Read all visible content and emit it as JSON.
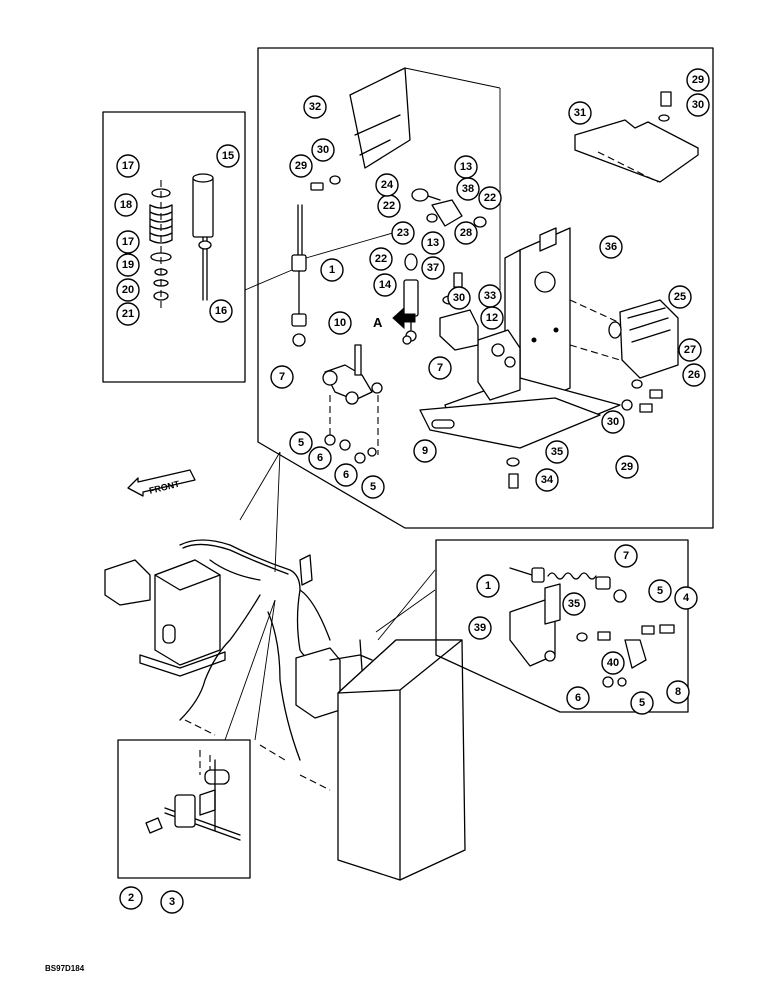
{
  "diagram": {
    "drawing_code": "BS97D184",
    "front_label": "FRONT",
    "view_label": "A"
  },
  "callouts": [
    {
      "n": "1"
    },
    {
      "n": "2"
    },
    {
      "n": "3"
    },
    {
      "n": "4"
    },
    {
      "n": "5"
    },
    {
      "n": "6"
    },
    {
      "n": "7"
    },
    {
      "n": "8"
    },
    {
      "n": "9"
    },
    {
      "n": "10"
    },
    {
      "n": "12"
    },
    {
      "n": "13"
    },
    {
      "n": "14"
    },
    {
      "n": "15"
    },
    {
      "n": "16"
    },
    {
      "n": "17"
    },
    {
      "n": "18"
    },
    {
      "n": "19"
    },
    {
      "n": "20"
    },
    {
      "n": "21"
    },
    {
      "n": "22"
    },
    {
      "n": "23"
    },
    {
      "n": "24"
    },
    {
      "n": "25"
    },
    {
      "n": "26"
    },
    {
      "n": "27"
    },
    {
      "n": "28"
    },
    {
      "n": "29"
    },
    {
      "n": "30"
    },
    {
      "n": "31"
    },
    {
      "n": "32"
    },
    {
      "n": "33"
    },
    {
      "n": "34"
    },
    {
      "n": "35"
    },
    {
      "n": "36"
    },
    {
      "n": "37"
    },
    {
      "n": "38"
    },
    {
      "n": "39"
    },
    {
      "n": "40"
    }
  ]
}
